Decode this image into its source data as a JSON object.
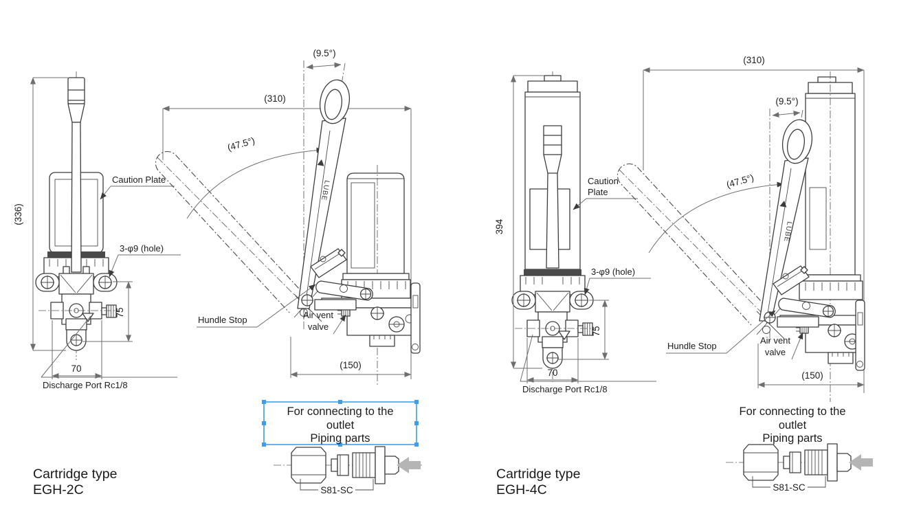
{
  "colors": {
    "line": "#3c3c3c",
    "dimension": "#6e6e6e",
    "text": "#1c1c1c",
    "selection_blue": "#3d9df0",
    "arrow_gray": "#b5b5b5"
  },
  "egh2c": {
    "front": {
      "overall_height": "(336)",
      "caution_plate": "Caution Plate",
      "holes": "3-φ9 (hole)",
      "dim_75": "75",
      "dim_70": "70",
      "discharge_port": "Discharge Port  Rc1/8"
    },
    "side": {
      "handle_angle": "(9.5°)",
      "overall_width": "(310)",
      "stroke_angle": "(47.5°)",
      "handle_stop": "Hundle Stop",
      "air_vent_1": "Air vent",
      "air_vent_2": "valve",
      "base_width": "(150)",
      "handle_brand": "LUBE"
    },
    "piping": {
      "note1": "For connecting to the",
      "note2": "outlet",
      "note3": "Piping parts",
      "part_code": "S81-SC"
    },
    "caption1": "Cartridge type",
    "caption2": "EGH-2C"
  },
  "egh4c": {
    "front": {
      "overall_height": "394",
      "caution_plate_1": "Caution",
      "caution_plate_2": "Plate",
      "holes": "3-φ9 (hole)",
      "dim_75": "75",
      "dim_70": "70",
      "discharge_port": "Discharge Port  Rc1/8"
    },
    "side": {
      "handle_angle": "(9.5°)",
      "overall_width": "(310)",
      "stroke_angle": "(47.5°)",
      "handle_stop": "Hundle Stop",
      "air_vent_1": "Air vent",
      "air_vent_2": "valve",
      "base_width": "(150)",
      "handle_brand": "LUBE"
    },
    "piping": {
      "note1": "For connecting to the",
      "note2": "outlet",
      "note3": "Piping parts",
      "part_code": "S81-SC"
    },
    "caption1": "Cartridge type",
    "caption2": "EGH-4C"
  }
}
